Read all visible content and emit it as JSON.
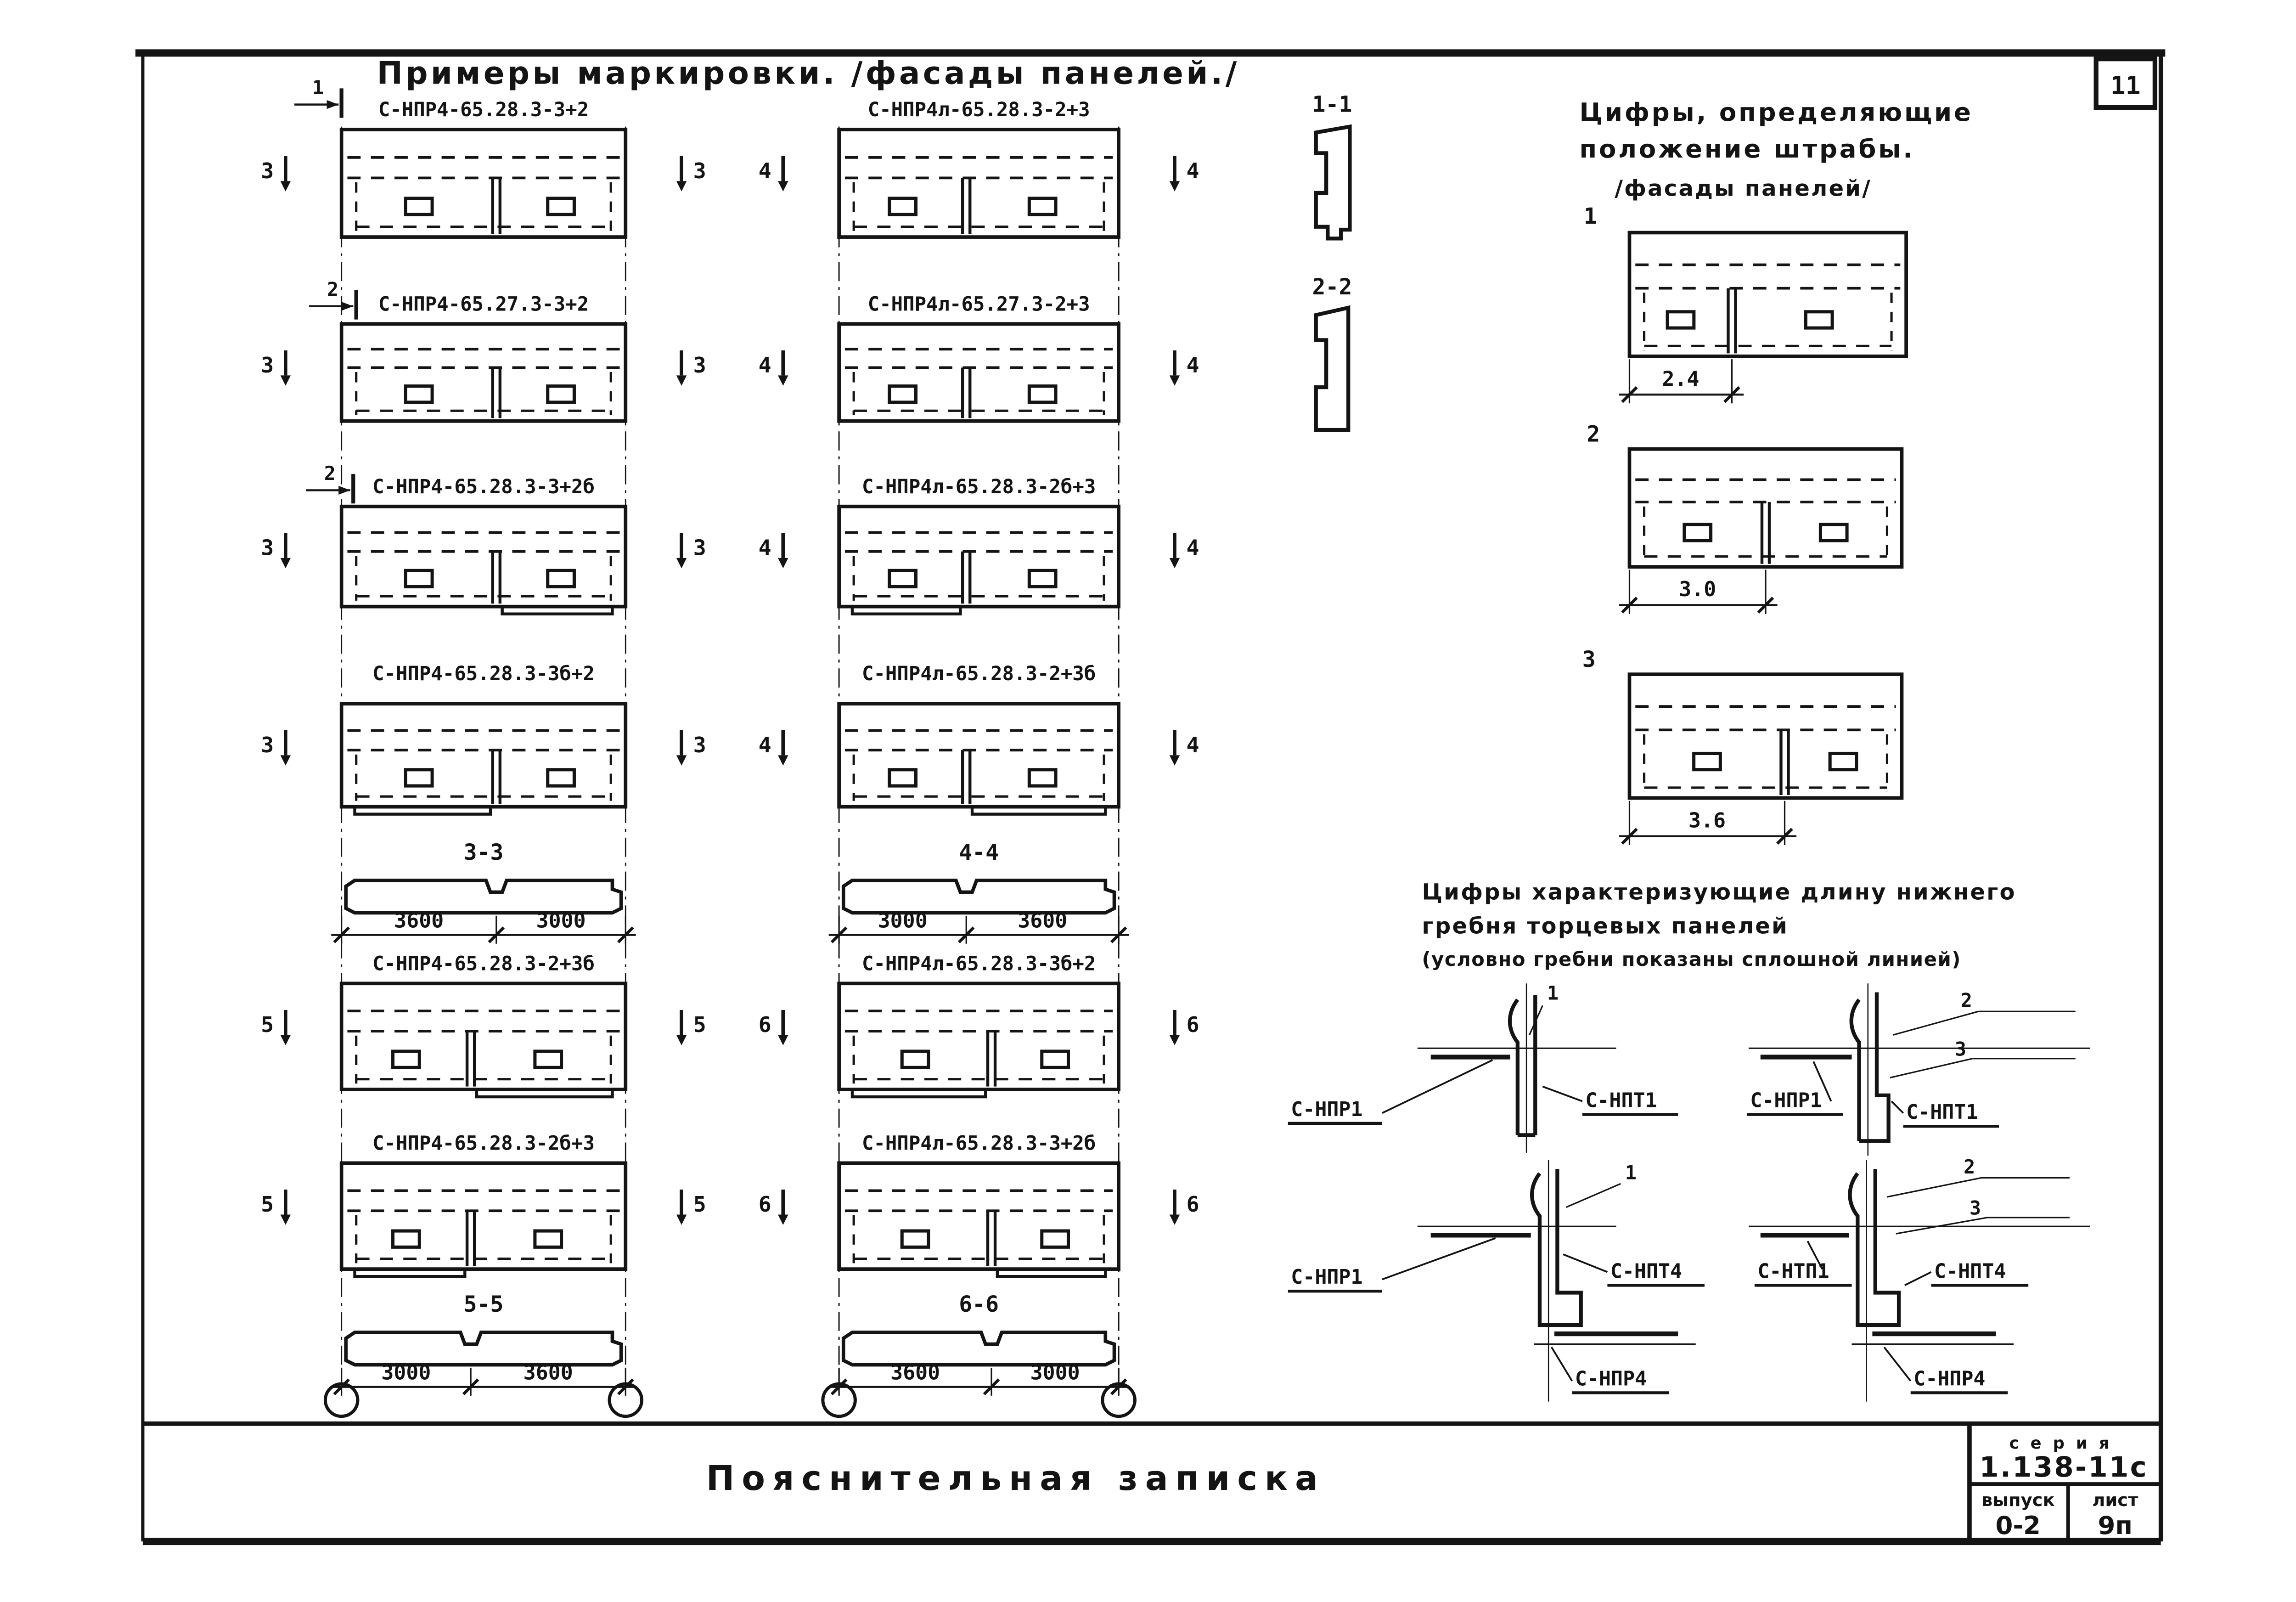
{
  "page": {
    "sheet_number": "11",
    "title": "Примеры маркировки. /фасады панелей./"
  },
  "columns": {
    "a": {
      "rows": [
        {
          "label": "С-НПР4-65.28.3-3+2",
          "cut": "3",
          "shtraba": "1"
        },
        {
          "label": "С-НПР4-65.27.3-3+2",
          "cut": "3",
          "shtraba": "2"
        },
        {
          "label": "С-НПР4-65.28.3-3+2б",
          "cut": "3",
          "shtraba": "2"
        },
        {
          "label": "С-НПР4-65.28.3-3б+2",
          "cut": "3"
        },
        {
          "label": "С-НПР4-65.28.3-2+3б",
          "cut": "5"
        },
        {
          "label": "С-НПР4-65.28.3-2б+3",
          "cut": "5"
        }
      ],
      "sections": [
        {
          "title": "3-3",
          "dims": [
            "3600",
            "3000"
          ]
        },
        {
          "title": "5-5",
          "dims": [
            "3000",
            "3600"
          ]
        }
      ]
    },
    "b": {
      "rows": [
        {
          "label": "С-НПР4л-65.28.3-2+3",
          "cut": "4"
        },
        {
          "label": "С-НПР4л-65.27.3-2+3",
          "cut": "4"
        },
        {
          "label": "С-НПР4л-65.28.3-2б+3",
          "cut": "4"
        },
        {
          "label": "С-НПР4л-65.28.3-2+3б",
          "cut": "4"
        },
        {
          "label": "С-НПР4л-65.28.3-3б+2",
          "cut": "6"
        },
        {
          "label": "С-НПР4л-65.28.3-3+2б",
          "cut": "6"
        }
      ],
      "sections": [
        {
          "title": "4-4",
          "dims": [
            "3000",
            "3600"
          ]
        },
        {
          "title": "6-6",
          "dims": [
            "3600",
            "3000"
          ]
        }
      ]
    }
  },
  "profiles": {
    "first": "1-1",
    "second": "2-2"
  },
  "right_top": {
    "heading_line1": "Цифры, определяющие",
    "heading_line2": "положение штрабы.",
    "heading_line3": "/фасады панелей/",
    "panels": [
      {
        "num": "1",
        "dim": "2.4"
      },
      {
        "num": "2",
        "dim": "3.0"
      },
      {
        "num": "3",
        "dim": "3.6"
      }
    ]
  },
  "right_bottom": {
    "heading_line1": "Цифры  характеризующие длину нижнего",
    "heading_line2": "гребня торцевых панелей",
    "heading_line3": "(условно гребни показаны сплошной линией)",
    "details": [
      {
        "callout1": "1",
        "part1": "С-НПР1",
        "part2": "С-НПТ1"
      },
      {
        "callout1": "2",
        "callout2": "3",
        "part1": "С-НПР1",
        "part2": "С-НПТ1"
      },
      {
        "callout1": "1",
        "part1": "С-НПР1",
        "part2": "С-НПТ4",
        "part3": "С-НПР4"
      },
      {
        "callout1": "2",
        "callout2": "3",
        "part1": "С-НТП1",
        "part2": "С-НПТ4",
        "part3": "С-НПР4"
      }
    ]
  },
  "title_block": {
    "main_title": "Пояснительная  записка",
    "series_label": "с е р и я",
    "series_value": "1.138-11с",
    "issue_label": "выпуск",
    "issue_value": "0-2",
    "sheet_label": "лист",
    "sheet_value": "9п"
  }
}
